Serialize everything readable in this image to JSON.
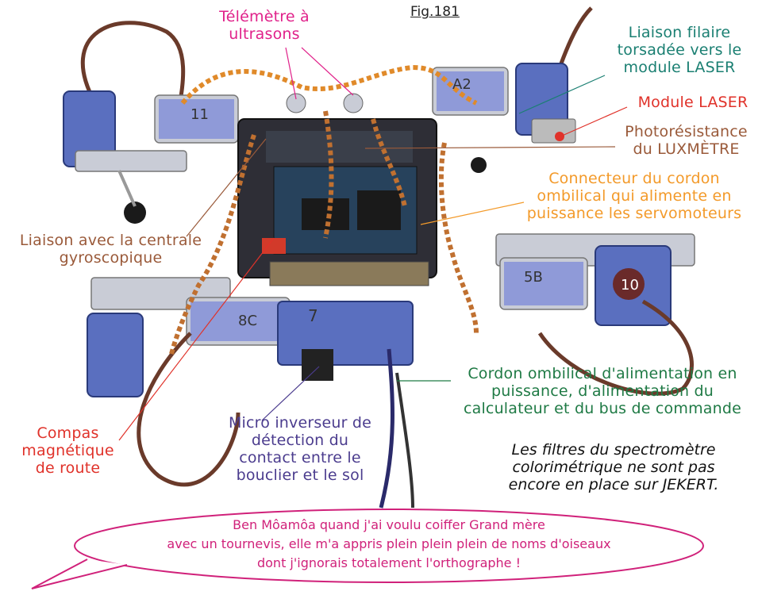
{
  "figure_label": "Fig.181",
  "labels": {
    "telemetre": [
      "Télémètre à",
      "ultrasons"
    ],
    "liaison_laser": [
      "Liaison filaire",
      "torsadée vers le",
      "module LASER"
    ],
    "module_laser": [
      "Module LASER"
    ],
    "photoresistance": [
      "Photorésistance",
      "du LUXMÈTRE"
    ],
    "connecteur": [
      "Connecteur du cordon",
      "ombilical qui alimente en",
      "puissance les servomoteurs"
    ],
    "liaison_gyro": [
      "Liaison avec la centrale",
      "gyroscopique"
    ],
    "cordon": [
      "Cordon ombilical d'alimentation en",
      "puissance, d'alimentation du",
      "calculateur et du bus de commande"
    ],
    "compas": [
      "Compas",
      "magnétique",
      "de route"
    ],
    "micro_inverseur": [
      "Micro inverseur de",
      "détection du",
      "contact entre le",
      "bouclier et le sol"
    ]
  },
  "note_lines": [
    "Les filtres du spectromètre",
    "colorimétrique ne sont pas",
    "encore en place sur JEKERT."
  ],
  "bubble_lines": [
    "Ben Môamôa quand j'ai voulu coiffer Grand mère",
    "avec un tournevis, elle m'a appris plein plein plein de noms d'oiseaux",
    "dont j'ignorais totalement l'orthographe !"
  ],
  "servo_labels": [
    "11",
    "A2",
    "5B",
    "10",
    "8C",
    "7"
  ],
  "colors": {
    "magenta": "#e0218a",
    "teal": "#1a7f72",
    "red": "#e0322a",
    "brown": "#9a5a3a",
    "orange": "#f39a2a",
    "green": "#1f7a45",
    "indigo": "#4b3c8e",
    "bubble": "#d0217a"
  }
}
